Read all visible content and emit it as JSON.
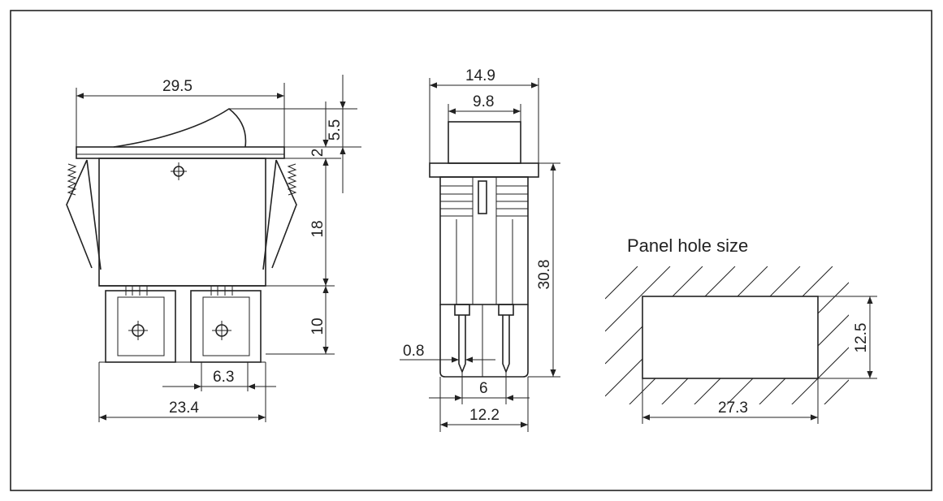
{
  "dimensions": {
    "width_29_5": "29.5",
    "height_5_5": "5.5",
    "height_2": "2",
    "height_18": "18",
    "height_10": "10",
    "pitch_6_3": "6.3",
    "width_23_4": "23.4",
    "width_14_9": "14.9",
    "width_9_8": "9.8",
    "height_30_8": "30.8",
    "pin_0_8": "0.8",
    "pitch_6": "6",
    "width_12_2": "12.2",
    "hole_w_27_3": "27.3",
    "hole_h_12_5": "12.5"
  },
  "labels": {
    "panel_hole_title": "Panel hole size"
  },
  "colors": {
    "line": "#222222",
    "background": "#ffffff"
  }
}
